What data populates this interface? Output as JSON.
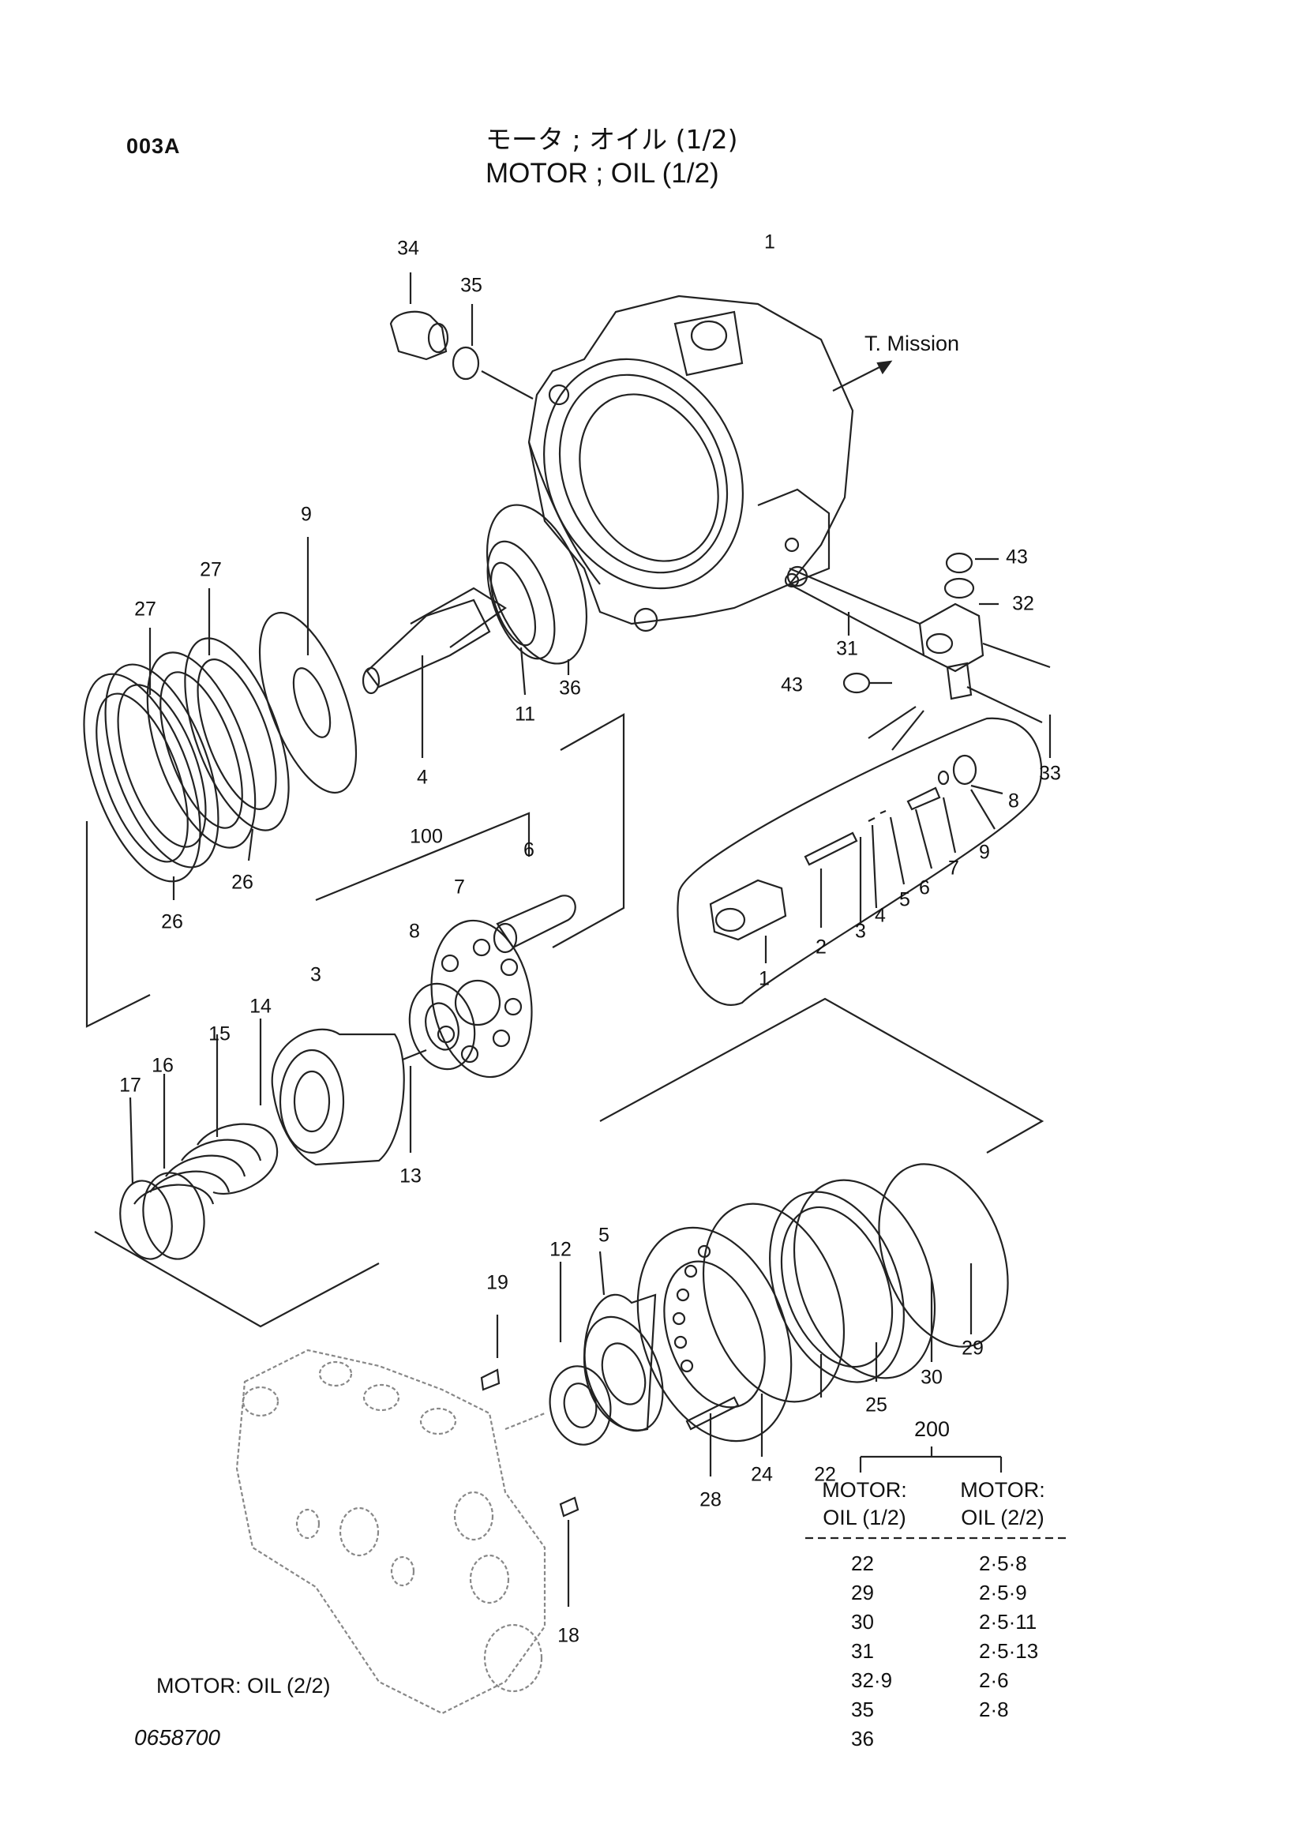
{
  "header": {
    "page_code": "003A",
    "title_jp": "モータ ; オイル (1/2)",
    "title_en": "MOTOR ; OIL (1/2)"
  },
  "annotations": {
    "transmission": "T. Mission",
    "lower_housing": "MOTOR: OIL (2/2)",
    "document_id": "0658700"
  },
  "callouts": [
    "34",
    "35",
    "1",
    "43",
    "32",
    "31",
    "43",
    "33",
    "9",
    "27",
    "27",
    "4",
    "11",
    "36",
    "8",
    "9",
    "7",
    "6",
    "5",
    "4",
    "3",
    "2",
    "1",
    "26",
    "26",
    "100",
    "6",
    "7",
    "8",
    "3",
    "14",
    "15",
    "16",
    "17",
    "13",
    "12",
    "5",
    "19",
    "22",
    "25",
    "30",
    "29",
    "24",
    "28",
    "18"
  ],
  "kit_table": {
    "kit_number": "200",
    "columns": [
      "MOTOR:\nOIL (1/2)",
      "MOTOR:\nOIL (2/2)"
    ],
    "rows": [
      [
        "22",
        "2·5·8"
      ],
      [
        "29",
        "2·5·9"
      ],
      [
        "30",
        "2·5·11"
      ],
      [
        "31",
        "2·5·13"
      ],
      [
        "32·9",
        "2·6"
      ],
      [
        "35",
        "2·8"
      ],
      [
        "36",
        ""
      ]
    ]
  }
}
